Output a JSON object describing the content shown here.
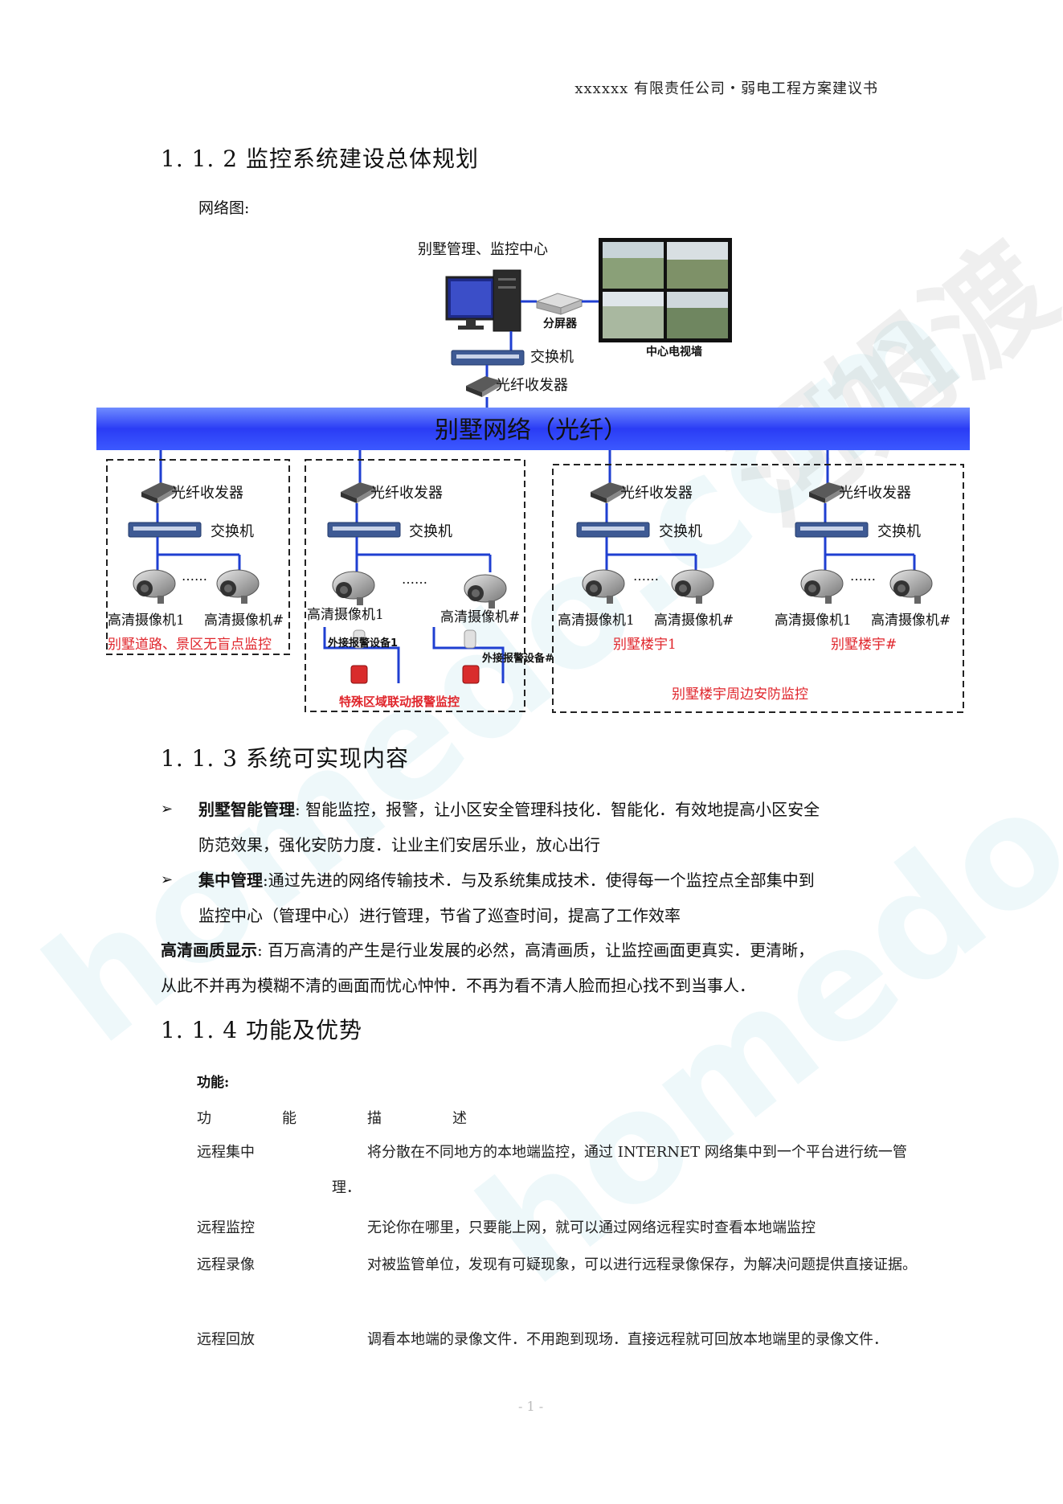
{
  "header": "xxxxxx 有限责任公司・弱电工程方案建议书",
  "sections": {
    "s112": "1. 1. 2  监控系统建设总体规划",
    "s113": "1. 1. 3  系统可实现内容",
    "s114": "1. 1. 4  功能及优势"
  },
  "network_caption": "网络图:",
  "diagram": {
    "center_title": "别墅管理、监控中心",
    "splitter": "分屏器",
    "video_wall": "中心电视墙",
    "switch": "交换机",
    "transceiver": "光纤收发器",
    "backbone": "别墅网络（光纤）",
    "camera1": "高清摄像机1",
    "camera_n": "高清摄像机#",
    "alarm_device_1": "外接报警设备1",
    "alarm_device_n": "外接报警设备#",
    "zone1": "别墅道路、景区无盲点监控",
    "zone2": "特殊区域联动报警监控",
    "building1": "别墅楼宇1",
    "building_n": "别墅楼宇#",
    "zone3": "别墅楼宇周边安防监控",
    "dots": "……"
  },
  "bullets": [
    {
      "title": "别墅智能管理",
      "sep": ": ",
      "line1": "智能监控，报警，让小区安全管理科技化．智能化．有效地提高小区安全",
      "line2": "防范效果，强化安防力度．让业主们安居乐业，放心出行"
    },
    {
      "title": "集中管理",
      "sep": ":",
      "line1": "通过先进的网络传输技术．与及系统集成技术．使得每一个监控点全部集中到",
      "line2": "监控中心（管理中心）进行管理，节省了巡查时间，提高了工作效率"
    }
  ],
  "hd": {
    "title": "高清画质显示",
    "sep": ": ",
    "line1": "百万高清的产生是行业发展的必然，高清画质，让监控画面更真实．更清晰，",
    "line2": "从此不并再为模糊不清的画面而忧心忡忡．不再为看不清人脸而担心找不到当事人．"
  },
  "functions": {
    "title": "功能:",
    "header": [
      "功",
      "能",
      "描",
      "述"
    ],
    "rows": [
      {
        "name": "远程集中",
        "desc": "将分散在不同地方的本地端监控，通过 INTERNET 网络集中到一个平台进行统一管理．"
      },
      {
        "name": "远程监控",
        "desc": "无论你在哪里，只要能上网，就可以通过网络远程实时查看本地端监控"
      },
      {
        "name": "远程录像",
        "desc": "对被监管单位，发现有可疑现象，可以进行远程录像保存，为解决问题提供直接证据。"
      },
      {
        "name": "远程回放",
        "desc": "调看本地端的录像文件．不用跑到现场．直接远程就可回放本地端里的录像文件．"
      }
    ]
  },
  "page_number": "- 1 -",
  "watermark": {
    "brand": "河姆渡",
    "url": "homedo.com"
  },
  "colors": {
    "banner_blue": "#2a3cf5",
    "zone_red": "#e0262c",
    "link_blue": "#1f3fd1",
    "watermark_cyan": "#a6dcea"
  }
}
